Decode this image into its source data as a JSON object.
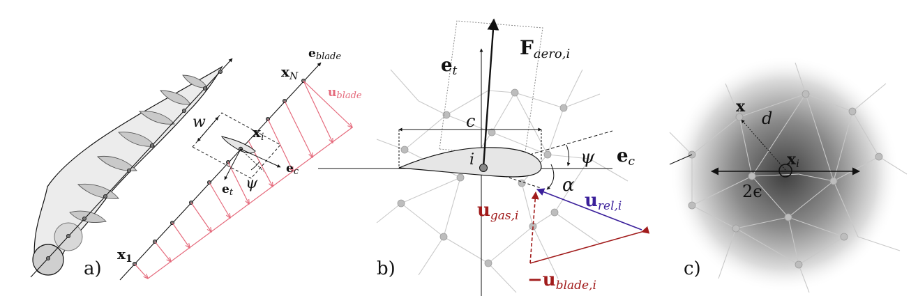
{
  "panels": {
    "a": {
      "tag": "a)",
      "e_blade": {
        "main": "e",
        "sub": "blade"
      },
      "x_N": {
        "main": "x",
        "sub": "N"
      },
      "u_blade": {
        "main": "u",
        "sub": "blade"
      },
      "w": "w",
      "x_i": {
        "main": "x",
        "sub": "i"
      },
      "e_c": {
        "main": "e",
        "sub": "c"
      },
      "e_t": {
        "main": "e",
        "sub": "t"
      },
      "psi": "ψ",
      "x_1": {
        "main": "x",
        "sub": "1"
      }
    },
    "b": {
      "tag": "b)",
      "F_aero": {
        "main": "F",
        "sub": "aero,i"
      },
      "e_t": {
        "main": "e",
        "sub": "t"
      },
      "c": "c",
      "i": "i",
      "psi": "ψ",
      "e_c": {
        "main": "e",
        "sub": "c"
      },
      "alpha": "α",
      "u_rel": {
        "main": "u",
        "sub": "rel,i"
      },
      "u_gas": {
        "main": "u",
        "sub": "gas,i"
      },
      "u_blade_neg": {
        "main": "−u",
        "sub": "blade,i"
      }
    },
    "c": {
      "tag": "c)",
      "x": "x",
      "d": "d",
      "x_i": {
        "main": "x",
        "sub": "i"
      },
      "two_eps": "2ϵ"
    }
  },
  "colors": {
    "pink": "#e56a7c",
    "red": "#a11b1b",
    "blue": "#3a1f9a",
    "mesh": "#c8c8c8",
    "node": "#bdbdbd"
  }
}
